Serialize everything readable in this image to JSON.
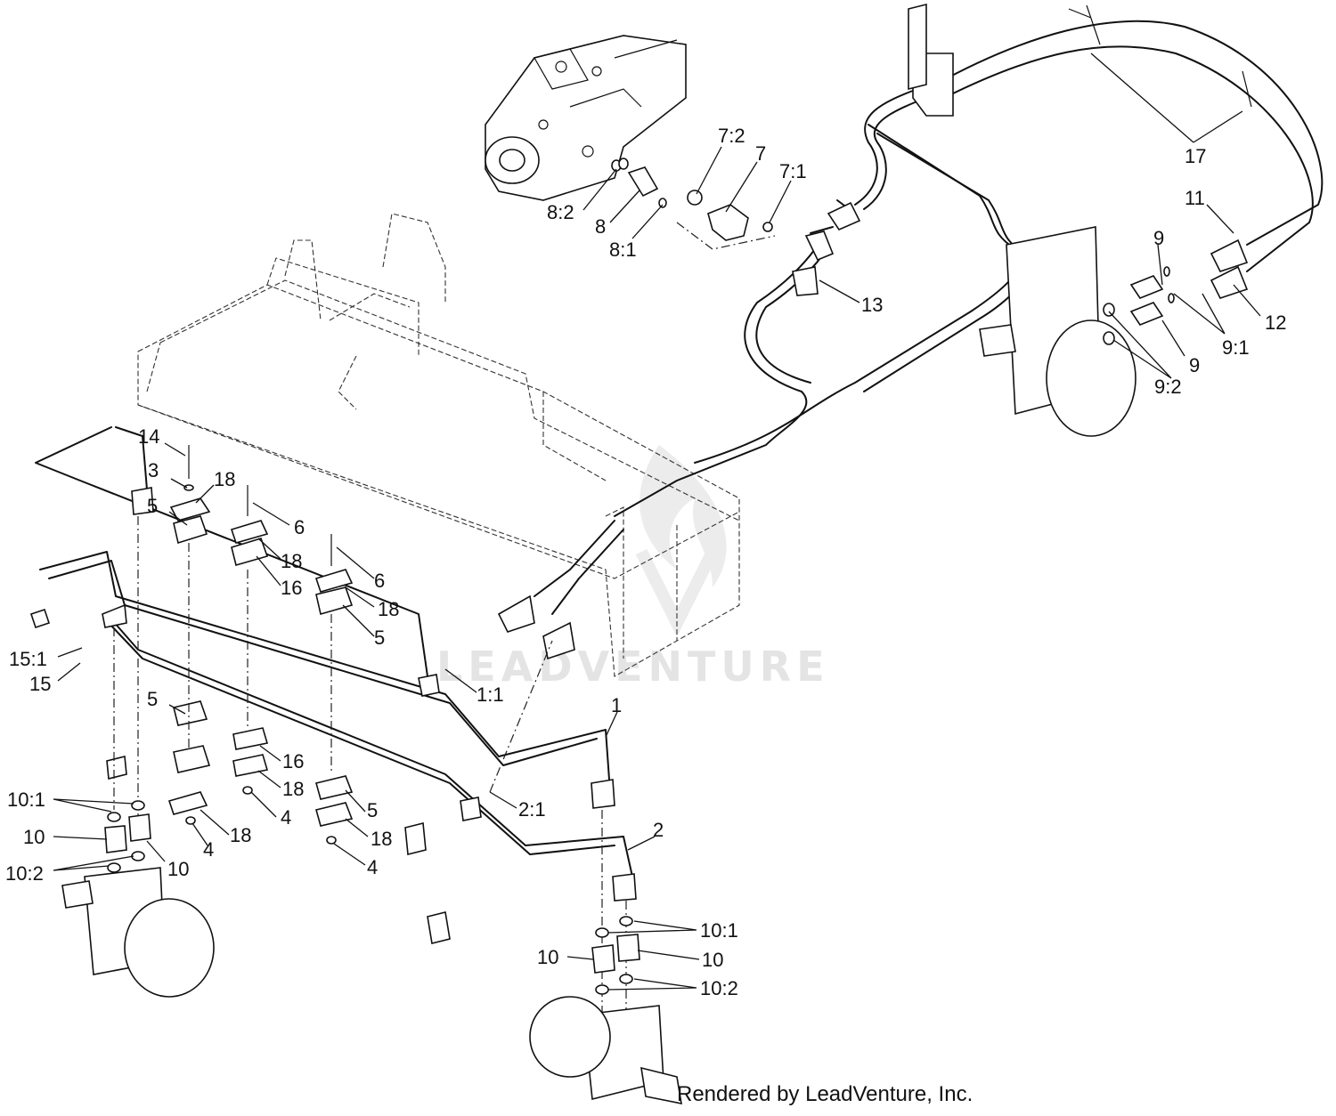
{
  "watermark": "LEADVENTURE",
  "credit": "Rendered by LeadVenture, Inc.",
  "callouts": {
    "c7_2": "7:2",
    "c7": "7",
    "c7_1": "7:1",
    "c8_2": "8:2",
    "c8": "8",
    "c8_1": "8:1",
    "c17": "17",
    "c11": "11",
    "c12": "12",
    "c9_top": "9",
    "c9_bottom": "9",
    "c9_1": "9:1",
    "c9_2": "9:2",
    "c13": "13",
    "c14": "14",
    "c3": "3",
    "c18_a": "18",
    "c5_a": "5",
    "c6_a": "6",
    "c18_b": "18",
    "c16_a": "16",
    "c6_b": "6",
    "c18_c": "18",
    "c5_b": "5",
    "c15_1": "15:1",
    "c15": "15",
    "c1_1": "1:1",
    "c1": "1",
    "c5_c": "5",
    "c16_b": "16",
    "c18_d": "18",
    "c4_a": "4",
    "c18_e": "18",
    "c4_b": "4",
    "c5_d": "5",
    "c18_f": "18",
    "c4_c": "4",
    "c2_1": "2:1",
    "c2": "2",
    "c10_1_left": "10:1",
    "c10_left_a": "10",
    "c10_left_b": "10",
    "c10_2_left": "10:2",
    "c10_1_right": "10:1",
    "c10_right_a": "10",
    "c10_right_b": "10",
    "c10_2_right": "10:2"
  }
}
